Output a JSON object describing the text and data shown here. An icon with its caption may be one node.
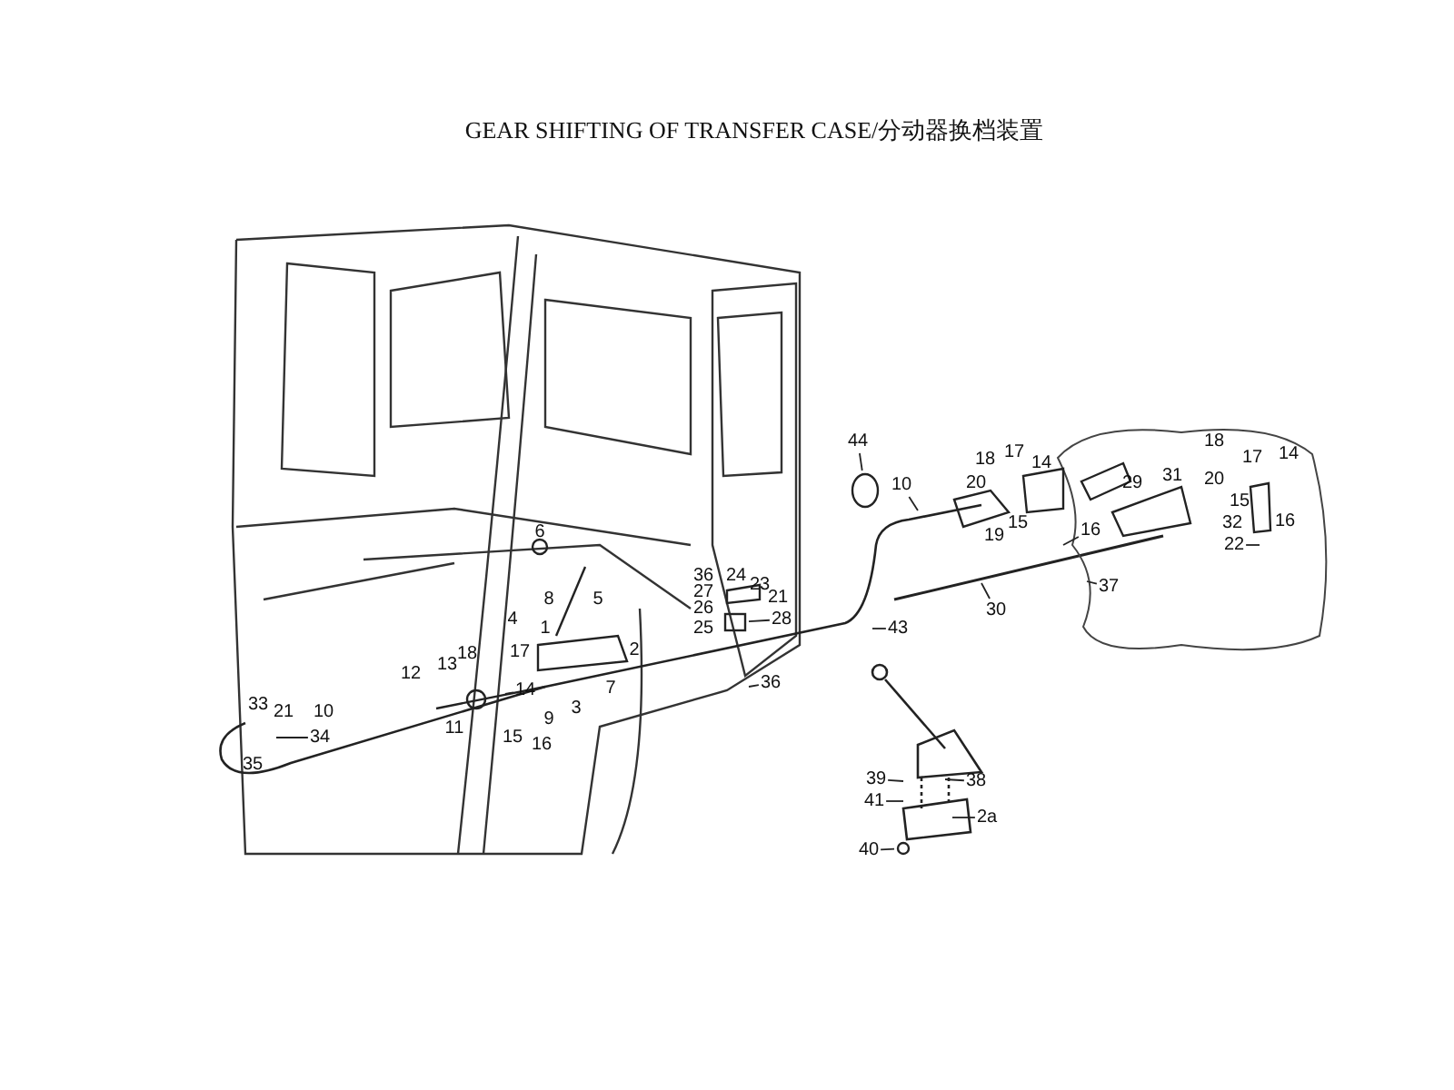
{
  "diagram": {
    "title": "GEAR SHIFTING OF TRANSFER CASE/分动器换档装置",
    "nodes": [
      {
        "text": [
          "44"
        ]
      },
      {
        "text": [
          "10"
        ]
      },
      {
        "text": [
          "16"
        ]
      },
      {
        "text": [
          "22"
        ]
      },
      {
        "text": [
          "28"
        ]
      },
      {
        "text": [
          "30"
        ]
      },
      {
        "text": [
          "37"
        ]
      },
      {
        "text": [
          "43"
        ]
      },
      {
        "text": [
          "36"
        ]
      },
      {
        "text": [
          "14"
        ]
      },
      {
        "text": [
          "34"
        ]
      },
      {
        "text": [
          "39"
        ]
      },
      {
        "text": [
          "38"
        ]
      },
      {
        "text": [
          "41"
        ]
      },
      {
        "text": [
          "2a"
        ]
      },
      {
        "text": [
          "40"
        ]
      },
      {
        "text": [],
        "shape": "circle"
      },
      {
        "text": [],
        "shape": "box"
      },
      {
        "text": [],
        "shape": "circle"
      }
    ],
    "edges": [
      {
        "from": 0,
        "to": 16,
        "arrow": "none"
      },
      {
        "from": 1,
        "to": null,
        "arrow": "none"
      },
      {
        "from": 2,
        "to": null,
        "arrow": "none"
      },
      {
        "from": 3,
        "to": null,
        "arrow": "none"
      },
      {
        "from": 4,
        "to": 17,
        "arrow": "none"
      },
      {
        "from": 5,
        "to": null,
        "arrow": "none"
      },
      {
        "from": 6,
        "to": null,
        "arrow": "none"
      },
      {
        "from": 7,
        "to": null,
        "arrow": "none"
      },
      {
        "from": 8,
        "to": null,
        "arrow": "none"
      },
      {
        "from": 9,
        "to": null,
        "arrow": "none"
      },
      {
        "from": 10,
        "to": null,
        "arrow": "none"
      },
      {
        "from": 11,
        "to": null,
        "arrow": "none"
      },
      {
        "from": 12,
        "to": null,
        "arrow": "none"
      },
      {
        "from": 13,
        "to": null,
        "arrow": "none"
      },
      {
        "from": 14,
        "to": null,
        "arrow": "none"
      },
      {
        "from": 15,
        "to": 18,
        "arrow": "none"
      }
    ],
    "labels": [
      "18",
      "17",
      "14",
      "20",
      "15",
      "19",
      "29",
      "31",
      "18",
      "17",
      "14",
      "20",
      "15",
      "32",
      "6",
      "36",
      "24",
      "23",
      "27",
      "21",
      "26",
      "25",
      "8",
      "5",
      "4",
      "1",
      "2",
      "7",
      "13",
      "18",
      "17",
      "12",
      "3",
      "11",
      "9",
      "33",
      "21",
      "10",
      "15",
      "16",
      "35",
      "16"
    ]
  }
}
